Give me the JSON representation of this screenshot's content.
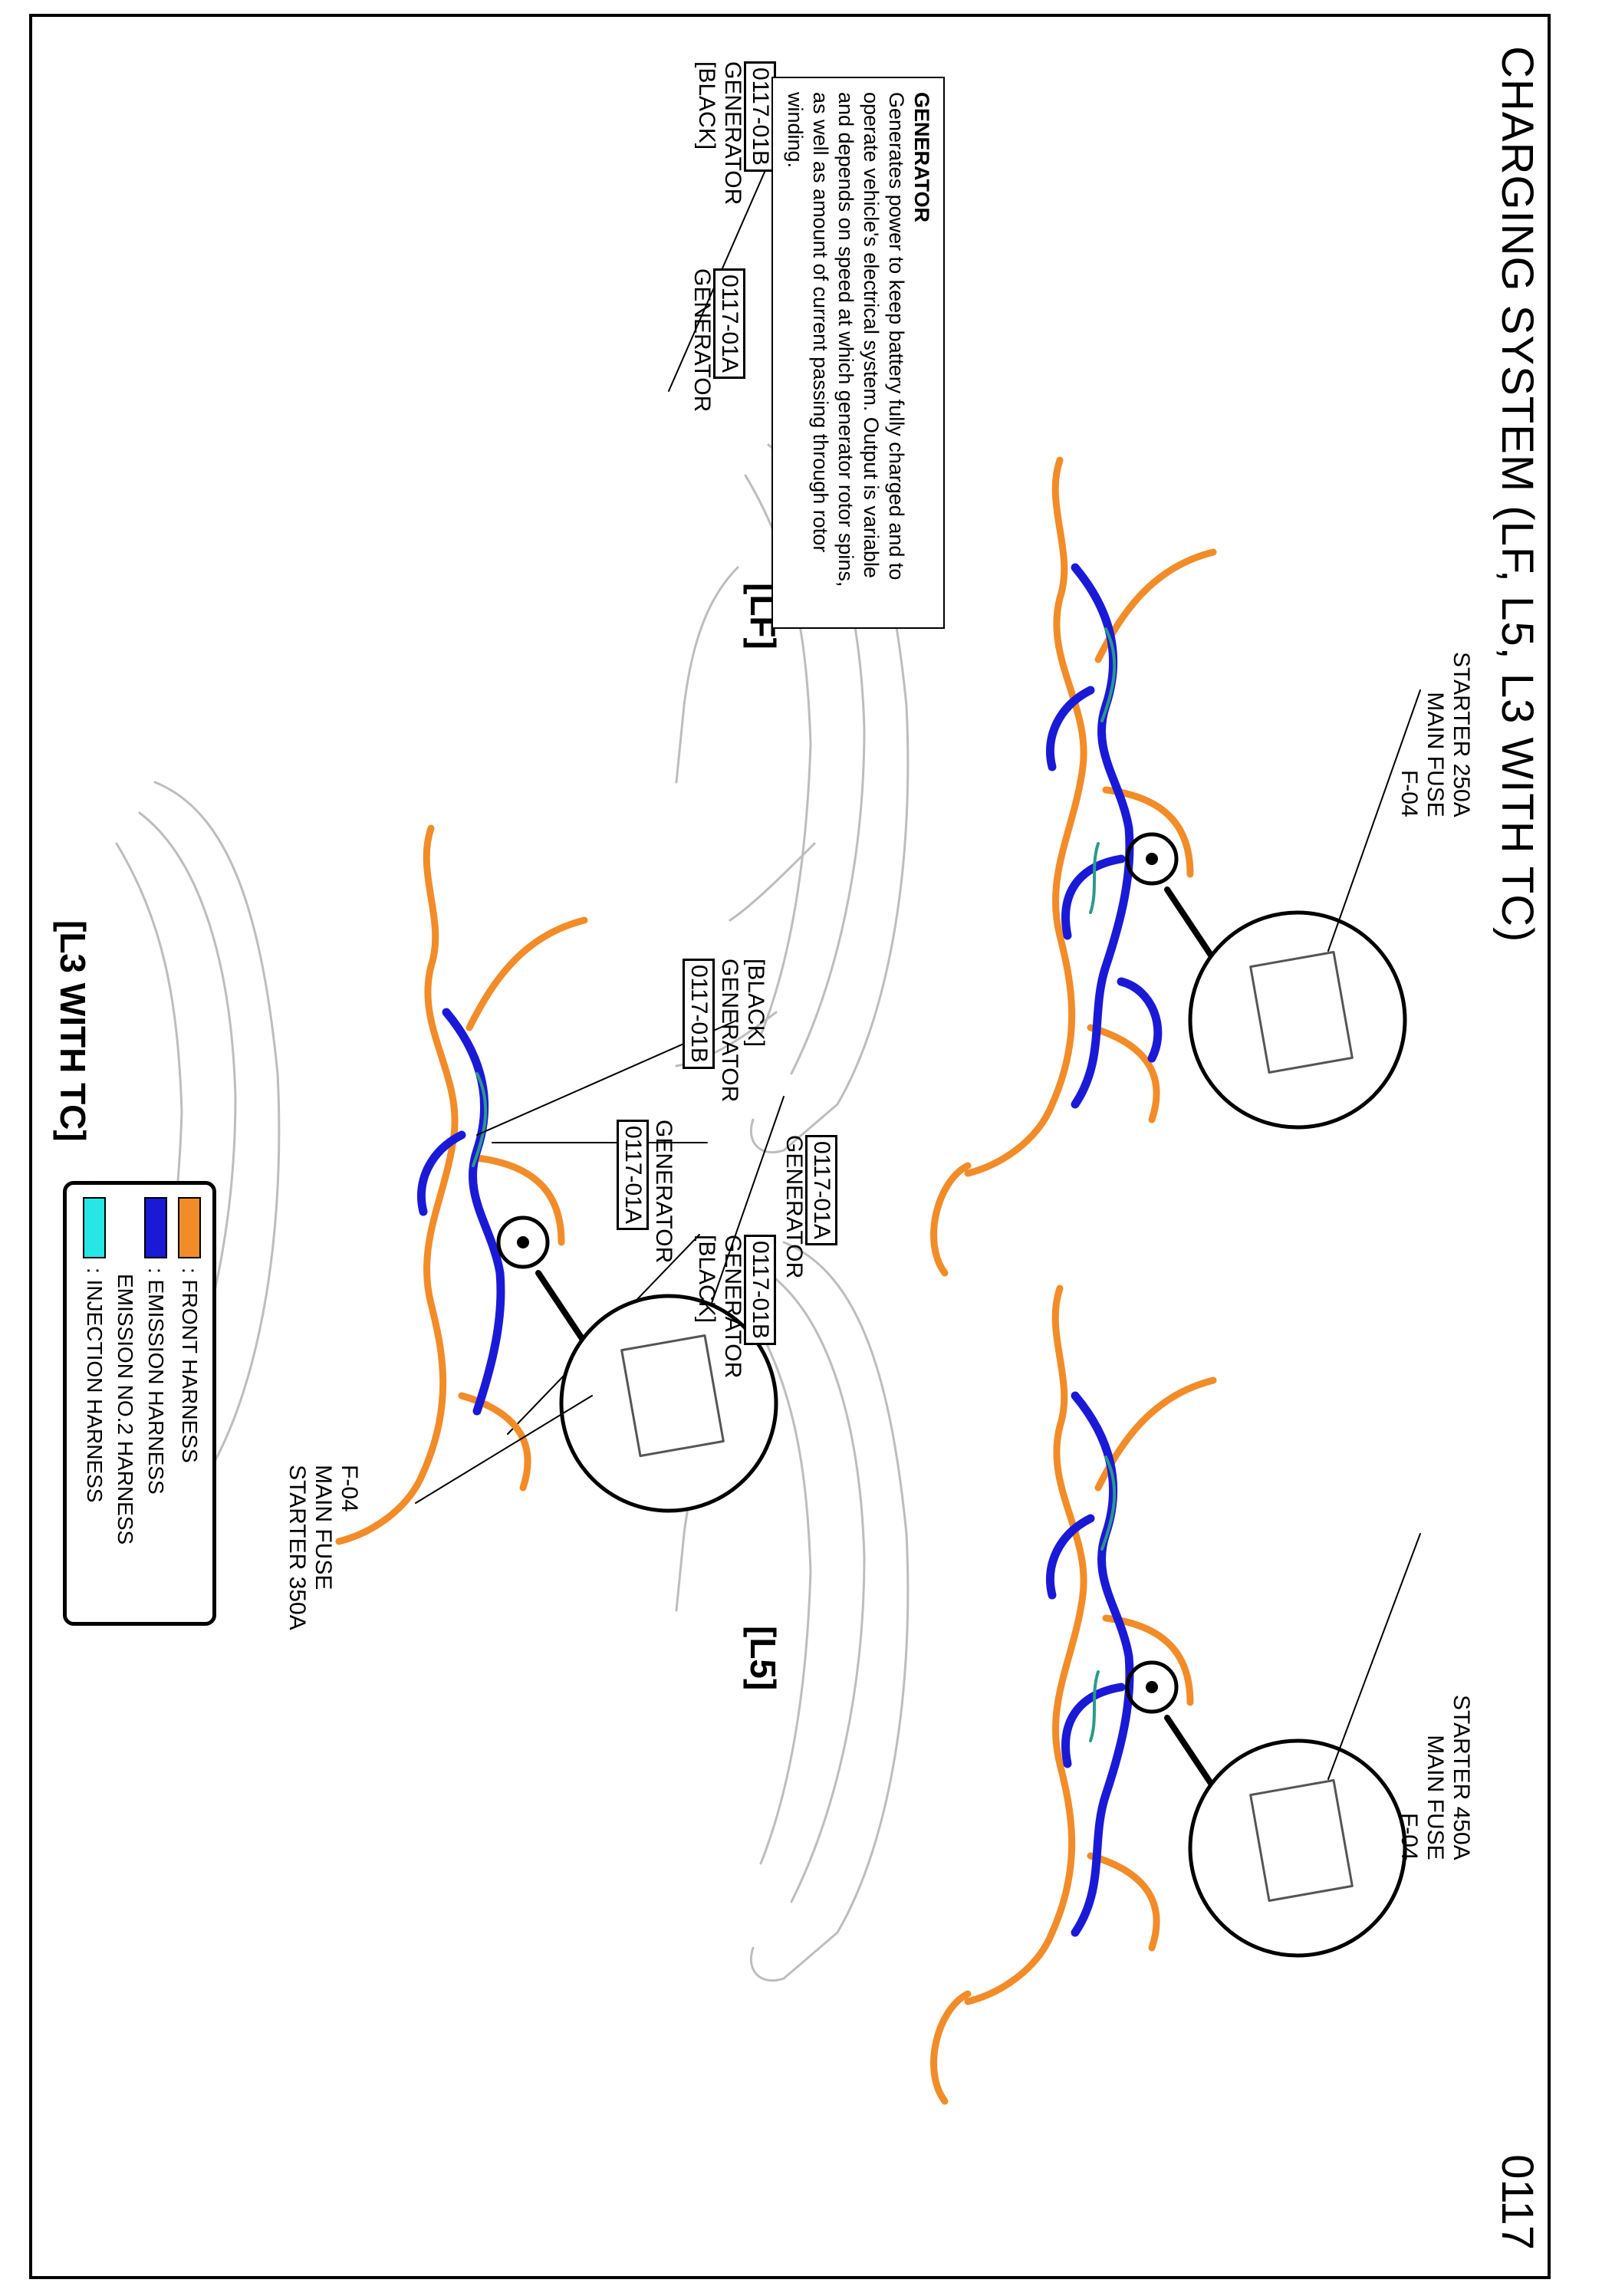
{
  "page": {
    "title": "CHARGING SYSTEM (LF, L5, L3 WITH TC)",
    "page_number": "0117"
  },
  "colors": {
    "front_harness": "#f28c28",
    "emission_harness": "#1a1ad6",
    "emission_no2_harness": "#1a1ad6",
    "injection_harness": "#27e6e6"
  },
  "variants": {
    "lf": {
      "tag": "[LF]",
      "connector_b_code": "0117-01B",
      "connector_b_name": "GENERATOR",
      "connector_b_color": "[BLACK]",
      "connector_a_code": "0117-01A",
      "connector_a_name": "GENERATOR",
      "fuse_line1": "STARTER 250A",
      "fuse_line2": "MAIN FUSE",
      "fuse_line3": "F-04"
    },
    "l5": {
      "tag": "[L5]",
      "connector_b_code": "0117-01B",
      "connector_b_name": "GENERATOR",
      "connector_b_color": "[BLACK]",
      "connector_a_code": "0117-01A",
      "connector_a_name": "GENERATOR",
      "fuse_line1": "STARTER 450A",
      "fuse_line2": "MAIN FUSE",
      "fuse_line3": "F-04"
    },
    "l3": {
      "tag": "[L3 WITH TC]",
      "connector_b_code": "0117-01B",
      "connector_b_name": "GENERATOR",
      "connector_b_color": "[BLACK]",
      "connector_a_code": "0117-01A",
      "connector_a_name": "GENERATOR",
      "fuse_line1": "STARTER 350A",
      "fuse_line2": "MAIN FUSE",
      "fuse_line3": "F-04"
    }
  },
  "description": {
    "heading": "GENERATOR",
    "body": "Generates power to keep battery fully charged and to operate vehicle's electrical system. Output is variable and depends on speed at which generator rotor spins, as well as amount of current passing through rotor winding."
  },
  "legend": {
    "items": [
      {
        "label": ": FRONT HARNESS"
      },
      {
        "label": ": EMISSION HARNESS"
      },
      {
        "label": "EMISSION NO.2 HARNESS"
      },
      {
        "label": ": INJECTION HARNESS"
      }
    ]
  }
}
